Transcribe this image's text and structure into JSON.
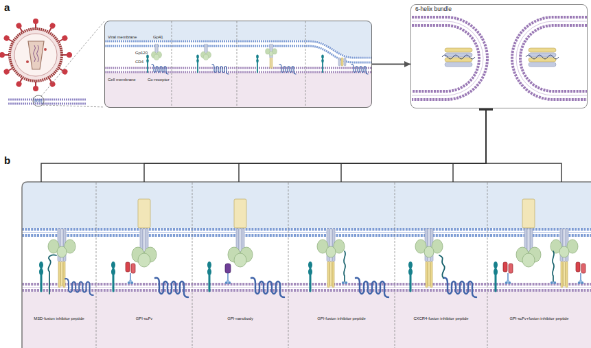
{
  "diagram": {
    "nodes": [
      {
        "text": [
          "Viral membrane",
          "Cell membrane",
          "Gp41",
          "Gp120",
          "CD4",
          "Co-receptor"
        ]
      },
      {
        "text": [
          "6-helix bundle"
        ]
      },
      {
        "text": [
          "MSD-fusion inhibitor peptide"
        ]
      },
      {
        "text": [
          "GPI-scFv"
        ]
      },
      {
        "text": [
          "GPI-nanobody"
        ]
      },
      {
        "text": [
          "GPI-fusion inhibitor peptide"
        ]
      },
      {
        "text": [
          "CXCR4-fusion inhibitor peptide"
        ]
      },
      {
        "text": [
          "GPI-scFv+fusion inhibitor peptide"
        ]
      }
    ],
    "edges": [
      {
        "from": 0,
        "to": 1,
        "arrow": "to"
      },
      {
        "from": 2,
        "to": 1,
        "arrow": "to"
      },
      {
        "from": 3,
        "to": 1,
        "arrow": "to"
      },
      {
        "from": 4,
        "to": 1,
        "arrow": "to"
      },
      {
        "from": 5,
        "to": 1,
        "arrow": "to"
      },
      {
        "from": 6,
        "to": 1,
        "arrow": "to"
      },
      {
        "from": 7,
        "to": 1,
        "arrow": "to"
      }
    ],
    "labels": [
      "a",
      "b"
    ]
  }
}
